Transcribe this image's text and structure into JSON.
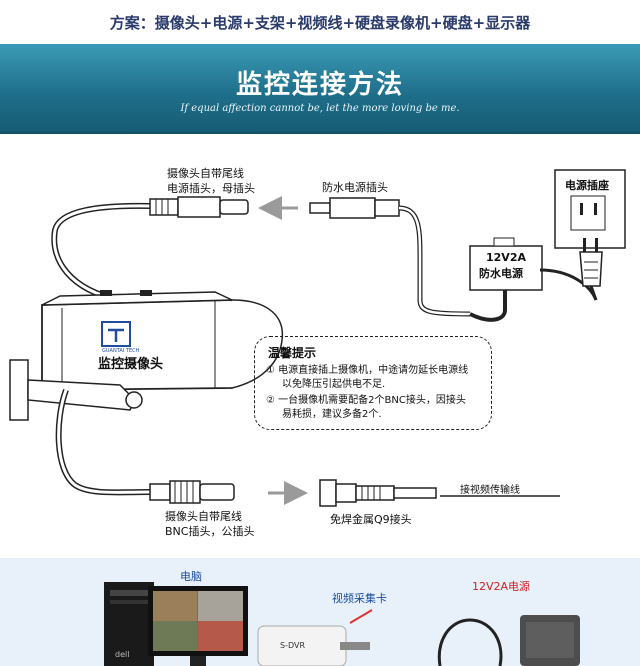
{
  "header": {
    "scheme": "方案：摄像头+电源+支架+视频线+硬盘录像机+硬盘+显示器",
    "title": "监控连接方法",
    "subtitle": "If equal affection cannot be, let the more loving be me."
  },
  "diagram": {
    "camera_power_tail_label_1": "摄像头自带尾线",
    "camera_power_tail_label_2": "电源插头，母插头",
    "waterproof_plug_label": "防水电源插头",
    "socket_label": "电源插座",
    "adapter_label_1": "12V2A",
    "adapter_label_2": "防水电源",
    "camera_body_label": "监控摄像头",
    "brand_small": "GUANTAI TECH",
    "camera_bnc_tail_label_1": "摄像头自带尾线",
    "camera_bnc_tail_label_2": "BNC插头，公插头",
    "q9_label": "免焊金属Q9接头",
    "video_cable_label": "接视频传输线"
  },
  "tips": {
    "title": "温馨提示",
    "item1_line1": "① 电源直接插上摄像机，中途请勿延长电源线",
    "item1_line2": "以免降压引起供电不足.",
    "item2_line1": "② 一台摄像机需要配备2个BNC接头，因接头",
    "item2_line2": "易耗损，建议多备2个."
  },
  "bottom": {
    "computer_label": "电脑",
    "capture_card_label": "视频采集卡",
    "capture_brand": "S-DVR",
    "power_label": "12V2A电源"
  }
}
